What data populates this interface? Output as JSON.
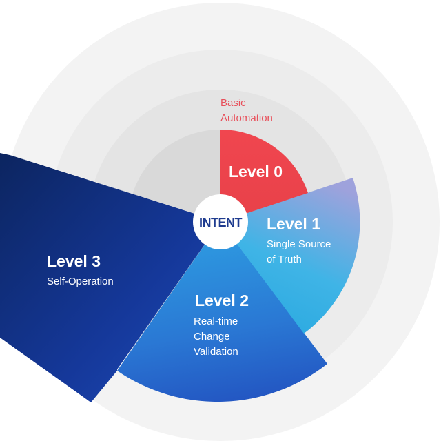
{
  "center": {
    "label": "INTENT"
  },
  "levels": [
    {
      "title": "Level 0",
      "subtitle_lines": [
        "Basic",
        "Automation"
      ],
      "color_start": "#f0464f",
      "color_end": "#e84149"
    },
    {
      "title": "Level 1",
      "subtitle_lines": [
        "Single Source",
        "of Truth"
      ],
      "color_start": "#9ea2dc",
      "color_end": "#2fb2e4"
    },
    {
      "title": "Level 2",
      "subtitle_lines": [
        "Real-time",
        "Change",
        "Validation"
      ],
      "color_start": "#2d9be0",
      "color_end": "#2456c4"
    },
    {
      "title": "Level 3",
      "subtitle_lines": [
        "Self-Operation"
      ],
      "color_start": "#0e2a66",
      "color_end": "#1d49b8"
    }
  ],
  "colors": {
    "ring_outer": "#f3f3f3",
    "ring_middle": "#ececec",
    "ring_inner": "#e4e4e4",
    "ring_core": "#d9d9d9",
    "center_circle": "#ffffff",
    "center_text": "#1f3c8f",
    "level0_subtitle": "#e8505b"
  }
}
